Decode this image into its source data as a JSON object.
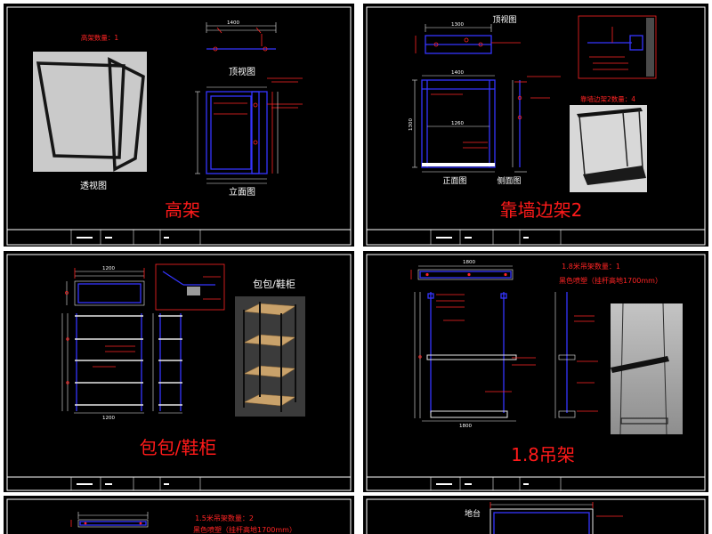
{
  "colors": {
    "sheet_background": "#000000",
    "sheet_frame": "#ffffff",
    "title_red": "#ff1a1a",
    "drawing_blue": "#3535ff",
    "annotation_red": "#ff2424"
  },
  "sheets": {
    "high_rack": {
      "title": "高架",
      "quantity_note": "高架数量：1",
      "perspective_label": "透视图",
      "top_view_label": "顶视图",
      "elevation_label": "立面图",
      "top_width_dim": "1400"
    },
    "wall_rack_2": {
      "title": "靠墙边架2",
      "quantity_note": "靠墙边架2数量：4",
      "top_view_label": "顶视图",
      "front_view_label": "正面图",
      "side_view_label": "侧面图",
      "dims": {
        "top_width": "1300",
        "front_width": "1400",
        "inner_width": "1260",
        "height": "1300"
      }
    },
    "bag_shoe_cabinet": {
      "title": "包包/鞋柜",
      "render_caption": "包包/鞋柜",
      "dims": {
        "top_width": "1200",
        "bottom_width": "1200"
      }
    },
    "hanger_1_8": {
      "title": "1.8吊架",
      "quantity_note": "1.8米吊架数量：1",
      "finish_note": "黑色喷塑（挂杆高地1700mm）",
      "dims": {
        "top_width": "1800",
        "bottom_width": "1800"
      }
    },
    "hanger_1_5": {
      "quantity_note": "1.5米吊架数量：2",
      "finish_note": "黑色喷塑（挂杆高地1700mm）"
    },
    "platform": {
      "label": "地台"
    }
  }
}
